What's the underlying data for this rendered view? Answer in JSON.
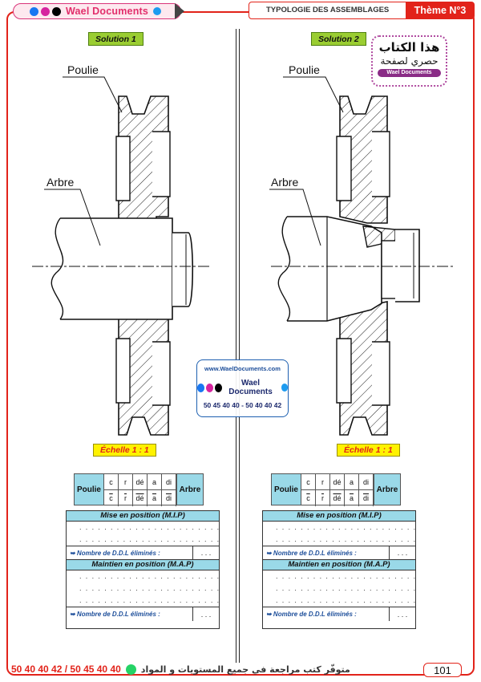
{
  "header": {
    "brand": "Wael Documents",
    "title": "TYPOLOGIE DES ASSEMBLAGES",
    "theme": "Thème N°3"
  },
  "badge": {
    "line1": "هذا الكتاب",
    "line2": "حصري لصفحة",
    "line3": "Wael Documents"
  },
  "watermark": {
    "url": "www.WaelDocuments.com",
    "brand": "Wael Documents",
    "phone": "50 45 40 40 - 50 40 40 42"
  },
  "solutions": [
    {
      "title": "Solution 1",
      "labels": {
        "poulie": "Poulie",
        "arbre": "Arbre"
      },
      "scale": "Échelle 1 : 1"
    },
    {
      "title": "Solution 2",
      "labels": {
        "poulie": "Poulie",
        "arbre": "Arbre"
      },
      "scale": "Échelle 1 : 1"
    }
  ],
  "liaison": {
    "left": "Poulie",
    "right": "Arbre",
    "top": [
      "c",
      "r",
      "dé",
      "a",
      "di"
    ],
    "bottom": [
      "c",
      "r",
      "dé",
      "a",
      "di"
    ]
  },
  "form": {
    "mip_title": "Mise en position (M.I.P)",
    "map_title": "Maintien en position (M.A.P)",
    "dots": ". . . . . . . . . . . . . . . . . . . . . . . . . . . . . .",
    "ddl_label": "➥ Nombre de D.D.L éliminés :",
    "ddl_value": ". . ."
  },
  "footer": {
    "phones": "50 40 40 42 / 50 45 40 40",
    "text": "متوفّر كتب مراجعة في جميع المستويات و المواد",
    "page": "101"
  }
}
